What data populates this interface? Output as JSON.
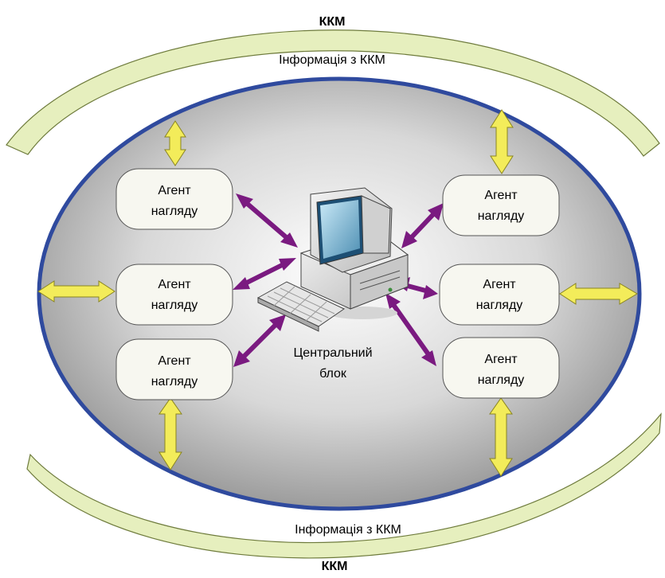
{
  "diagram": {
    "top_band": {
      "title": "ККМ",
      "caption": "Інформація з ККМ"
    },
    "bottom_band": {
      "title": "ККМ",
      "caption": "Інформація з ККМ"
    },
    "center": {
      "line1": "Центральний",
      "line2": "блок"
    },
    "agents": [
      {
        "line1": "Агент",
        "line2": "нагляду"
      },
      {
        "line1": "Агент",
        "line2": "нагляду"
      },
      {
        "line1": "Агент",
        "line2": "нагляду"
      },
      {
        "line1": "Агент",
        "line2": "нагляду"
      },
      {
        "line1": "Агент",
        "line2": "нагляду"
      },
      {
        "line1": "Агент",
        "line2": "нагляду"
      }
    ],
    "colors": {
      "band_fill": "#e6efbe",
      "band_stroke": "#6e7b3c",
      "ellipse_stroke": "#2f4a9e",
      "agent_fill": "#f7f7f0",
      "purple_arrow": "#7a1a80",
      "yellow_arrow": "#f3ec5a",
      "yellow_arrow_stroke": "#8a8520"
    }
  }
}
